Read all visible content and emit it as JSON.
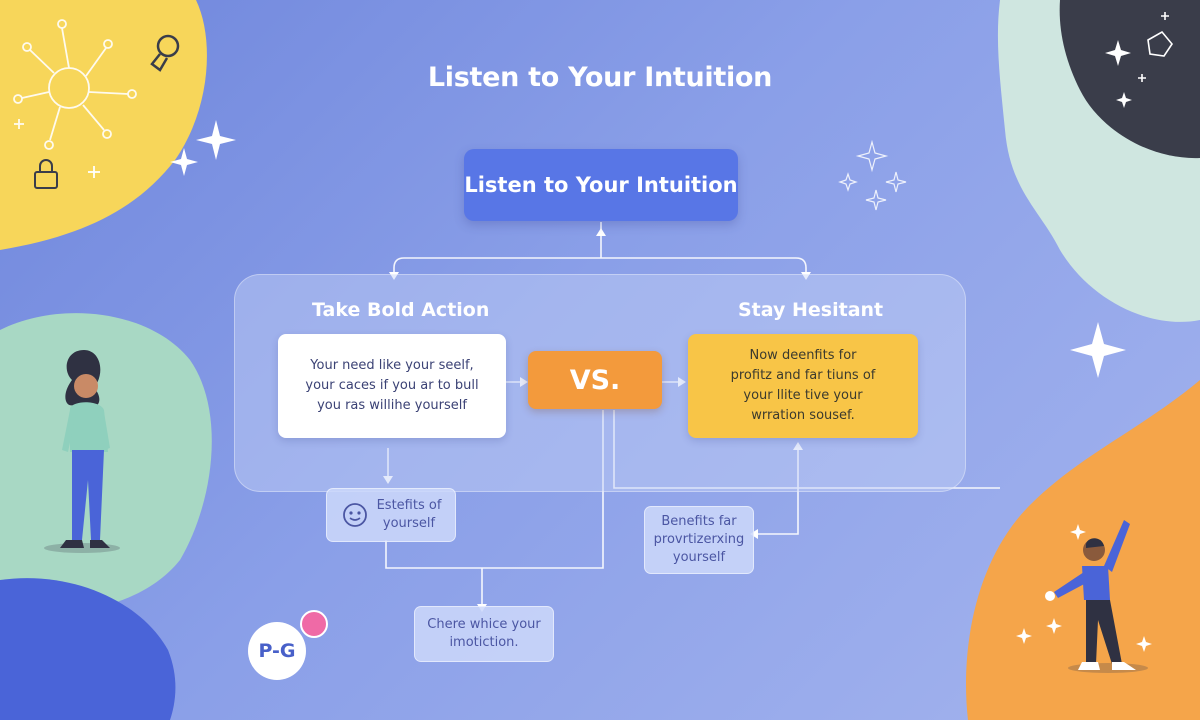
{
  "title": "Listen to Your Intuition",
  "top_node": "Listen to Your Intuition",
  "left_branch": {
    "label": "Take Bold Action",
    "card_lines": [
      "Your need like your seelf,",
      "your caces if you ar to bull",
      "you ras willihe yourself"
    ]
  },
  "center_node": "VS.",
  "right_branch": {
    "label": "Stay Hesitant",
    "card_lines": [
      "Now deenfits for",
      "profitz and far tiuns of",
      "your llite tive your",
      "wrration sousef."
    ]
  },
  "left_sub_node": {
    "lines": [
      "Estefits of",
      "yourself"
    ],
    "icon": "smiley-face-icon"
  },
  "right_sub_node": {
    "lines": [
      "Benefits far",
      "provrtizerxing",
      "yourself"
    ]
  },
  "bottom_node": {
    "lines": [
      "Chere whice your",
      "imotiction."
    ]
  },
  "logo_text": "P-G",
  "colors": {
    "background": "#7f95e2",
    "top_node": "#5876e6",
    "vs_node": "#f39a3c",
    "right_card": "#f8c547",
    "blob_yellow": "#f7d65a",
    "blob_green": "#a8d8c4",
    "blob_dark": "#3a3d4a",
    "blob_orange": "#f5a54a",
    "blob_blue": "#4a64d8"
  },
  "illustrations": [
    "woman-standing-figure",
    "man-reaching-figure",
    "sun-network-icon",
    "lock-icon",
    "sparkle-icon"
  ]
}
